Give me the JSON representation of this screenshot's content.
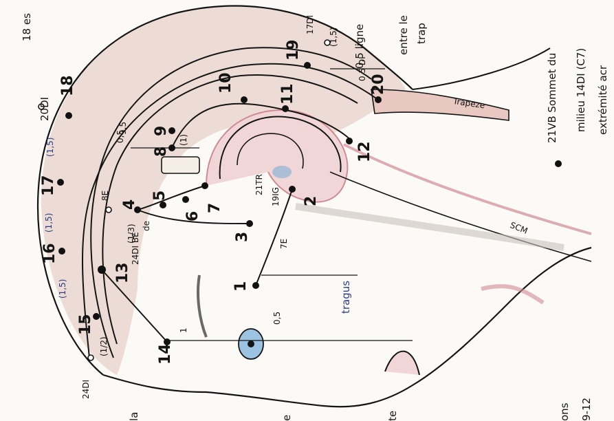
{
  "points": {
    "p1": "1",
    "p2": "2",
    "p3": "3",
    "p4": "4",
    "p5": "5",
    "p6": "6",
    "p7": "7",
    "p8": "8",
    "p9": "9",
    "p10": "10",
    "p11": "11",
    "p12": "12",
    "p13": "13",
    "p14": "14",
    "p15": "15",
    "p16": "16",
    "p17": "17",
    "p18": "18",
    "p19": "19",
    "p20": "20"
  },
  "annotations": {
    "top_left": "18 es",
    "pt_20d": "20DI",
    "pt_17d": "17DI",
    "pt_24d": "24DI",
    "pt_8e": "8E",
    "pt_7e": "7E",
    "pt_21tr": "21TR",
    "pt_19ig": "19IG",
    "pt_24dibe": "24DI BE",
    "pt_20vb_note": "0,5 DI",
    "meas_05": "0,5",
    "meas_15a": "(1,5)",
    "meas_15b": "(1,5)",
    "meas_15c": "(1,5)",
    "meas_15d": "(1,5)",
    "meas_1": "1",
    "meas_12": "(1/2)",
    "meas_13": "(1/3)",
    "meas_de": "de",
    "meas_05b": "0,5",
    "meas_9_5": "9,5",
    "meas_1b": "(1)",
    "tragus": "tragus",
    "trapeze": "Trapeze",
    "scm": "SCM",
    "right_note_1": "0,5 ligne",
    "right_note_2": "entre le",
    "right_note_3": "trap",
    "right_note_4": "21VB Sommet du",
    "right_note_5": "milieu 14DI (C7)",
    "right_note_6": "extrémité acr",
    "bottom_1": "ons",
    "bottom_2": "9-12",
    "bottom_3": "la",
    "bottom_4": "e",
    "bottom_5": "te",
    "pt_1_note": "(1,5)",
    "pt_1_note2": "(1,5)"
  }
}
